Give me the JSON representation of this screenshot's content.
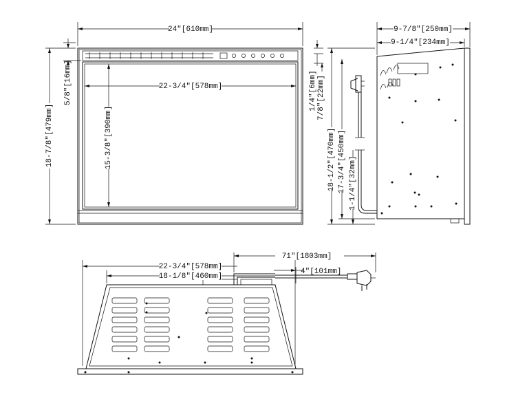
{
  "front_view": {
    "width_label": "24″[610mm]",
    "inner_width_label": "22-3/4″[578mm]",
    "height_label": "18-7/8″[479mm]",
    "inner_height_label": "15-3/8″[390mm]",
    "top_trim_label": "5/8″[16mm]"
  },
  "side_view": {
    "depth_label": "9-7/8″[250mm]",
    "body_depth_label": "9-1/4″[234mm]",
    "flange_label": "1/4″[6mm]",
    "top_offset_label": "7/8″[22mm]",
    "height_label": "18-1/2″[470mm]",
    "body_height_label": "17-3/4″[450mm]",
    "cord_offset_label": "1-1/4″[32mm]"
  },
  "top_view": {
    "back_width_label": "22-3/4″[578mm]",
    "rear_width_label": "18-1/8″[460mm]",
    "cord_length_label": "71″[1803mm]",
    "cord_exit_label": "4″[101mm]"
  }
}
